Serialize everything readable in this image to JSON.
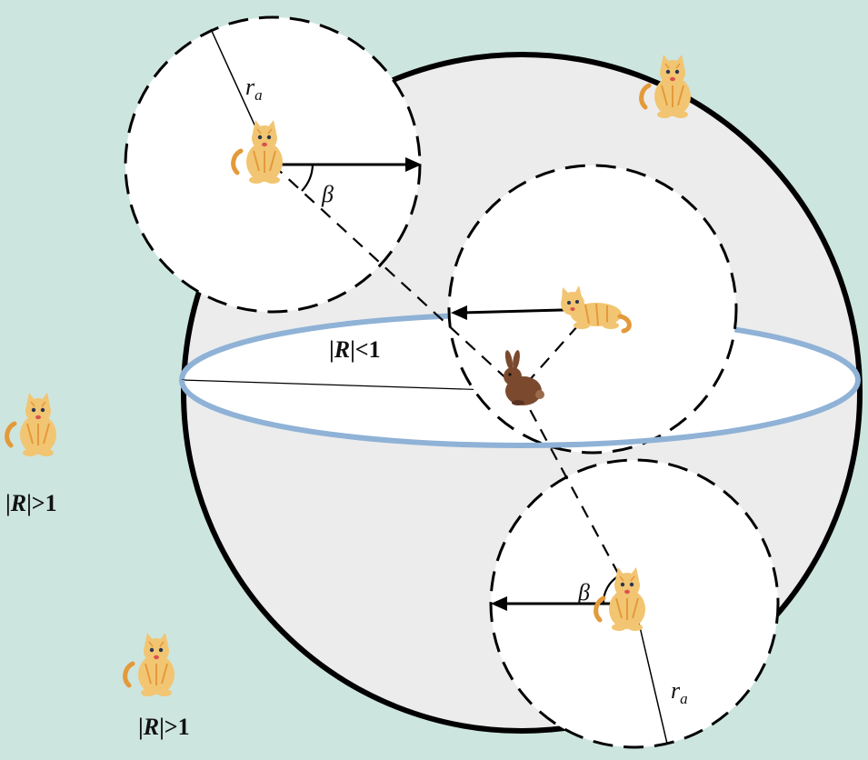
{
  "colors": {
    "background": "#cde5df",
    "sphere_fill": "#ececec",
    "sphere_stroke": "#000000",
    "ellipse_stroke": "#8fb2d6",
    "circle_fill": "#ffffff",
    "cat_fur": "#f2c572",
    "cat_stripe": "#e39a3a",
    "rabbit_fur": "#7b4a2e"
  },
  "labels": {
    "ra_top": "r",
    "ra_top_sub": "a",
    "ra_bottom": "r",
    "ra_bottom_sub": "a",
    "beta_top": "β",
    "beta_bottom": "β",
    "R_inside": "R",
    "R_inside_left": "|",
    "R_inside_right": "|<1",
    "R_out_1": "R",
    "R_out_1_left": "|",
    "R_out_1_right": "|>1",
    "R_out_2": "R",
    "R_out_2_left": "|",
    "R_out_2_right": "|>1"
  },
  "icons": {
    "predator": "cat-icon",
    "prey": "rabbit-icon"
  }
}
